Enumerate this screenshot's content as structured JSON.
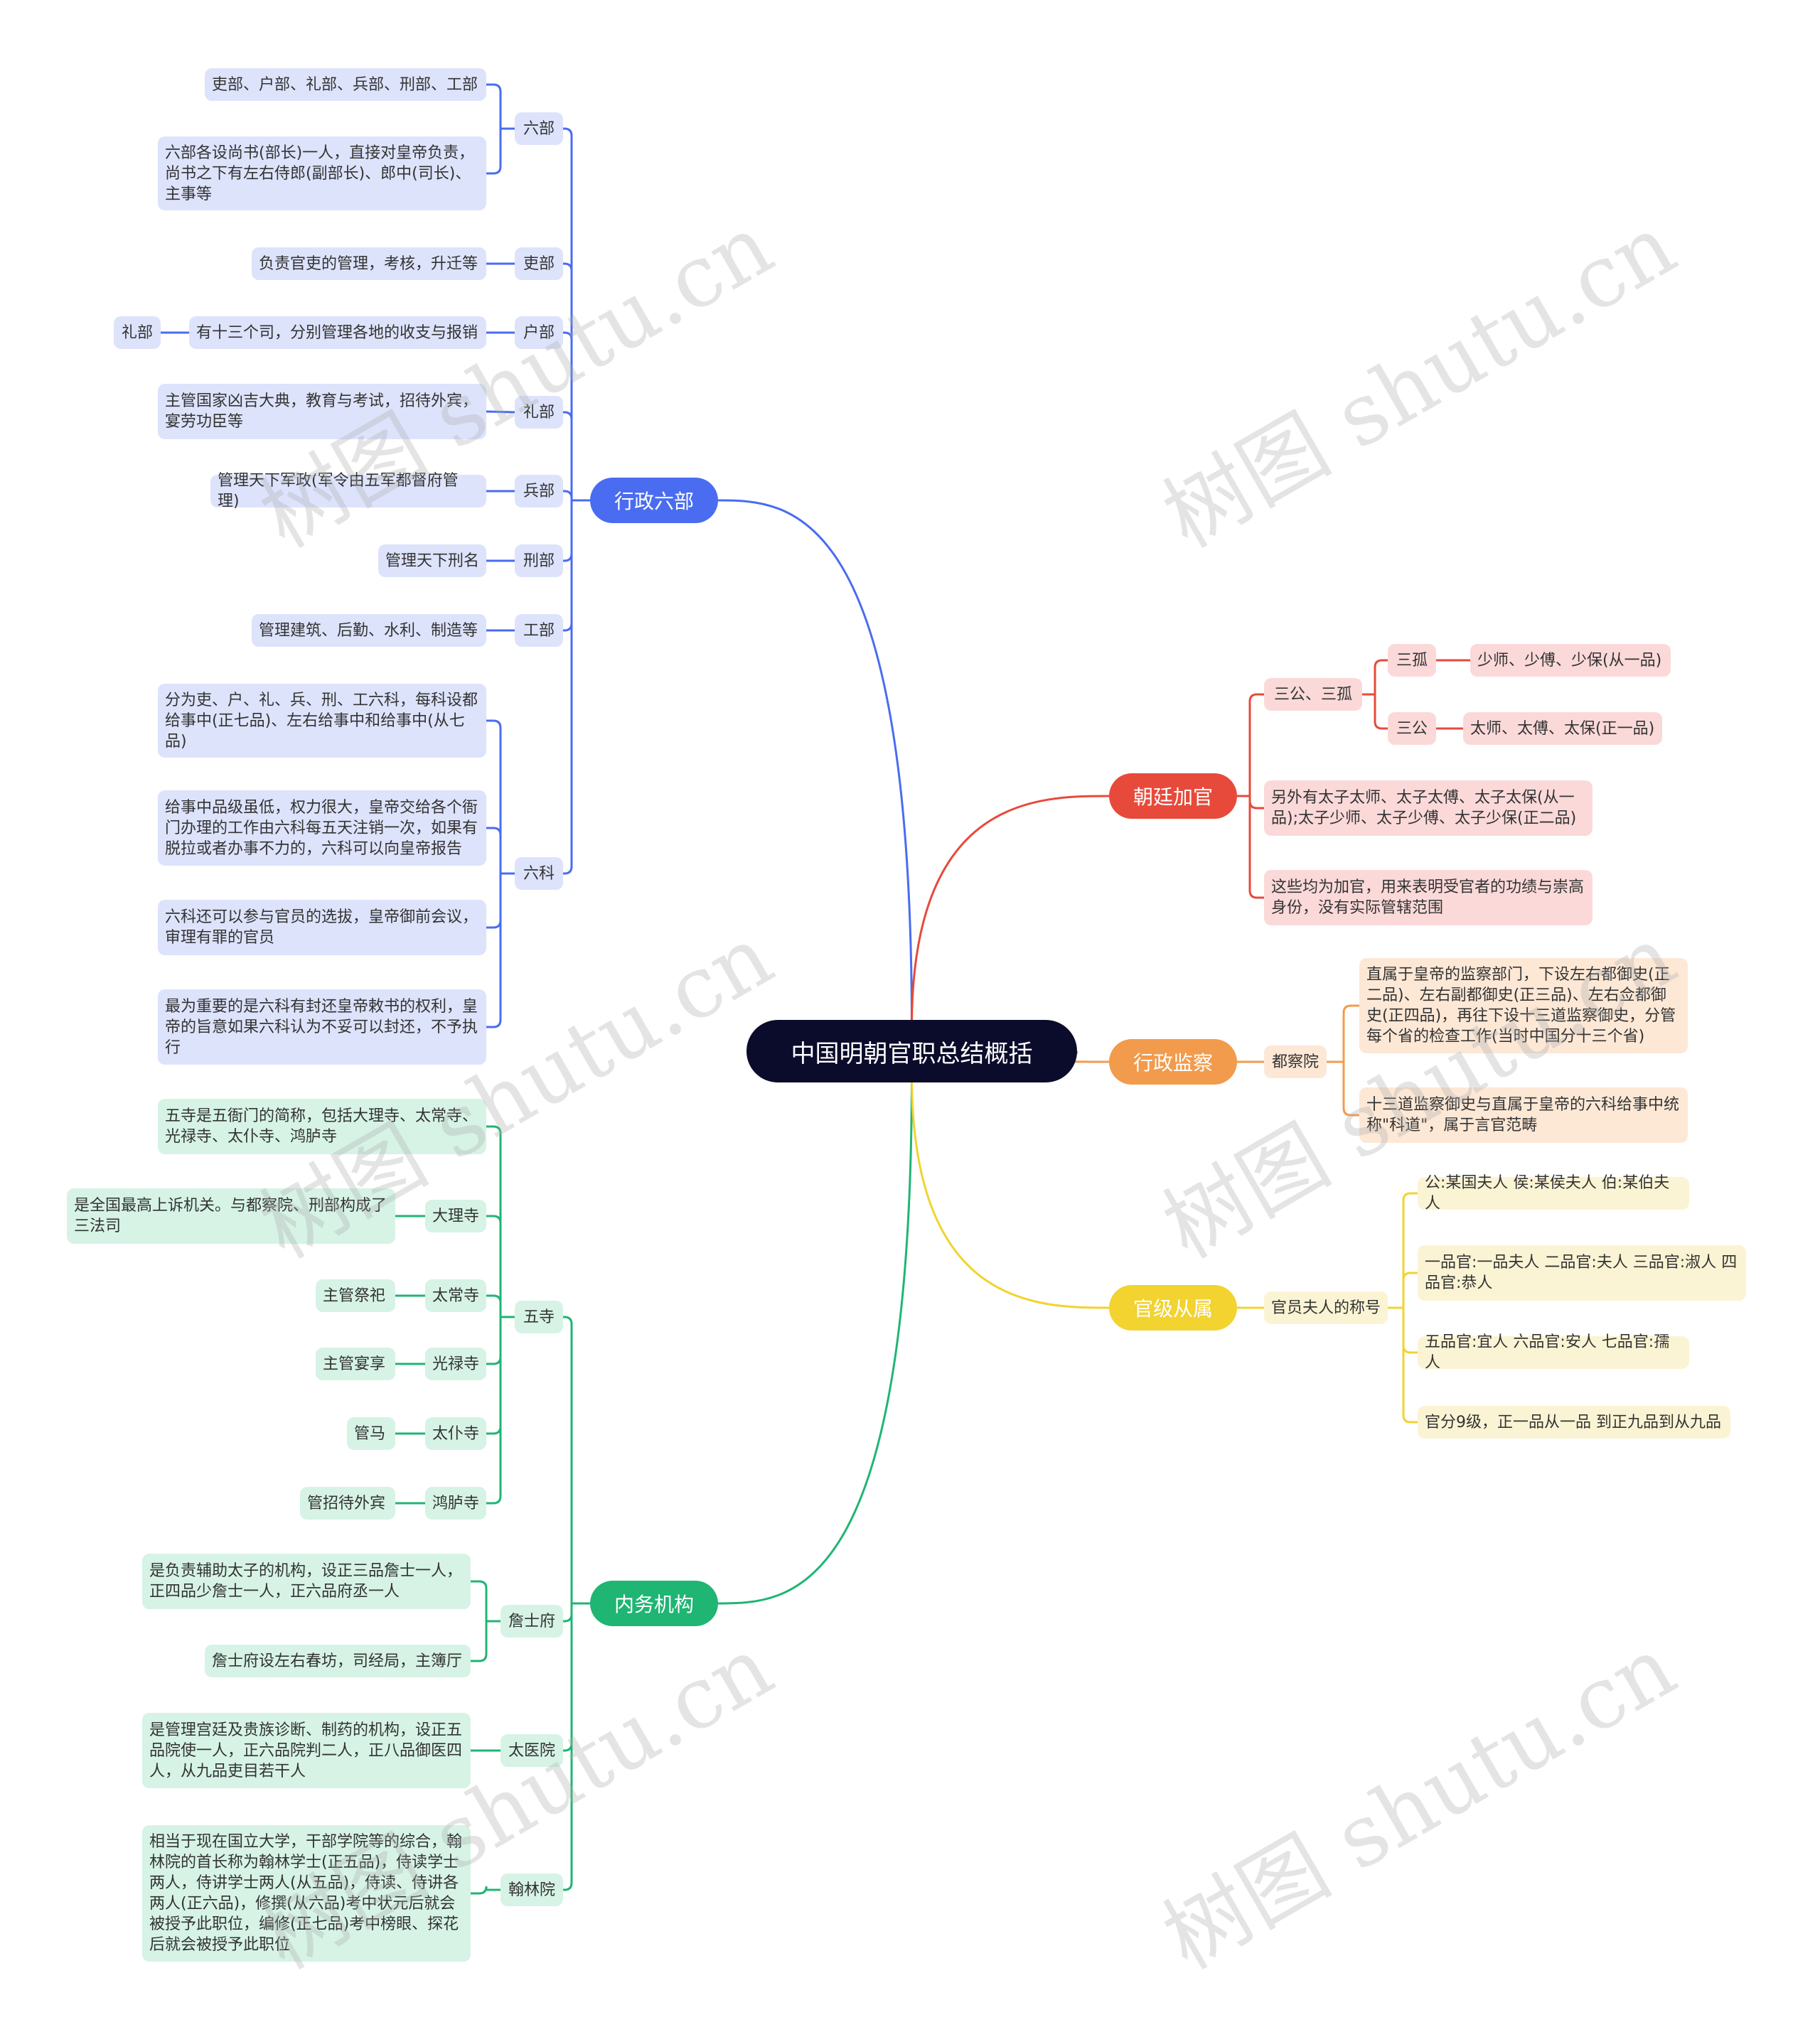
{
  "root": "中国明朝官职总结概括",
  "colors": {
    "blue": "#4a6cf0",
    "green": "#1fb573",
    "red": "#e74a3b",
    "orange": "#f29b4c",
    "yellow": "#f2d330",
    "root": "#0b0b2b"
  },
  "watermark": "树图 shutu.cn",
  "left": {
    "xingzheng": {
      "label": "行政六部",
      "liubu": {
        "label": "六部",
        "items": [
          "吏部、户部、礼部、兵部、刑部、工部",
          "六部各设尚书(部长)一人，直接对皇帝负责，尚书之下有左右侍郎(副部长)、郎中(司长)、主事等"
        ]
      },
      "libu": {
        "label": "吏部",
        "item": "负责官吏的管理，考核，升迁等"
      },
      "hubu": {
        "label": "户部",
        "item": "有十三个司，分别管理各地的收支与报销",
        "extra": "礼部"
      },
      "libu2": {
        "label": "礼部",
        "item": "主管国家凶吉大典，教育与考试，招待外宾，宴劳功臣等"
      },
      "bingbu": {
        "label": "兵部",
        "item": "管理天下军政(军令由五军都督府管理)"
      },
      "xingbu": {
        "label": "刑部",
        "item": "管理天下刑名"
      },
      "gongbu": {
        "label": "工部",
        "item": "管理建筑、后勤、水利、制造等"
      },
      "liuke": {
        "label": "六科",
        "items": [
          "分为吏、户、礼、兵、刑、工六科，每科设都给事中(正七品)、左右给事中和给事中(从七品)",
          "给事中品级虽低，权力很大，皇帝交给各个衙门办理的工作由六科每五天注销一次，如果有脱拉或者办事不力的，六科可以向皇帝报告",
          "六科还可以参与官员的选拔，皇帝御前会议，审理有罪的官员",
          "最为重要的是六科有封还皇帝敕书的权利，皇帝的旨意如果六科认为不妥可以封还，不予执行"
        ]
      }
    },
    "neiwu": {
      "label": "内务机构",
      "wusi": {
        "label": "五寺",
        "intro": "五寺是五衙门的简称，包括大理寺、太常寺、光禄寺、太仆寺、鸿胪寺",
        "dali": {
          "label": "大理寺",
          "item": "是全国最高上诉机关。与都察院、刑部构成了三法司"
        },
        "taichang": {
          "label": "太常寺",
          "item": "主管祭祀"
        },
        "guanglu": {
          "label": "光禄寺",
          "item": "主管宴享"
        },
        "taipu": {
          "label": "太仆寺",
          "item": "管马"
        },
        "honglu": {
          "label": "鸿胪寺",
          "item": "管招待外宾"
        }
      },
      "zhanshi": {
        "label": "詹士府",
        "items": [
          "是负责辅助太子的机构，设正三品詹士一人，正四品少詹士一人，正六品府丞一人",
          "詹士府设左右春坊，司经局，主簿厅"
        ]
      },
      "taiyi": {
        "label": "太医院",
        "item": "是管理宫廷及贵族诊断、制药的机构，设正五品院使一人，正六品院判二人，正八品御医四人，从九品吏目若干人"
      },
      "hanlin": {
        "label": "翰林院",
        "item": "相当于现在国立大学，干部学院等的综合，翰林院的首长称为翰林学士(正五品)，侍读学士两人，侍讲学士两人(从五品)，侍读、侍讲各两人(正六品)，修撰(从六品)考中状元后就会被授予此职位，编修(正七品)考中榜眼、探花后就会被授予此职位"
      }
    }
  },
  "right": {
    "chaoting": {
      "label": "朝廷加官",
      "sangong_sangu": {
        "label": "三公、三孤",
        "sangu": {
          "label": "三孤",
          "item": "少师、少傅、少保(从一品)"
        },
        "sangong": {
          "label": "三公",
          "item": "太师、太傅、太保(正一品)"
        }
      },
      "items": [
        "另外有太子太师、太子太傅、太子太保(从一品);太子少师、太子少傅、太子少保(正二品)",
        "这些均为加官，用来表明受官者的功绩与崇高身份，没有实际管辖范围"
      ]
    },
    "jiancha": {
      "label": "行政监察",
      "duchayuan": {
        "label": "都察院",
        "items": [
          "直属于皇帝的监察部门，下设左右都御史(正二品)、左右副都御史(正三品)、左右佥都御史(正四品)，再往下设十三道监察御史，分管每个省的检查工作(当时中国分十三个省)",
          "十三道监察御史与直属于皇帝的六科给事中统称\"科道\"，属于言官范畴"
        ]
      }
    },
    "guanji": {
      "label": "官级从属",
      "furen": {
        "label": "官员夫人的称号",
        "items": [
          "公:某国夫人 侯:某侯夫人 伯:某伯夫人",
          "一品官:一品夫人 二品官:夫人 三品官:淑人 四品官:恭人",
          "五品官:宜人 六品官:安人 七品官:孺人",
          "官分9级，正一品从一品 到正九品到从九品"
        ]
      }
    }
  }
}
